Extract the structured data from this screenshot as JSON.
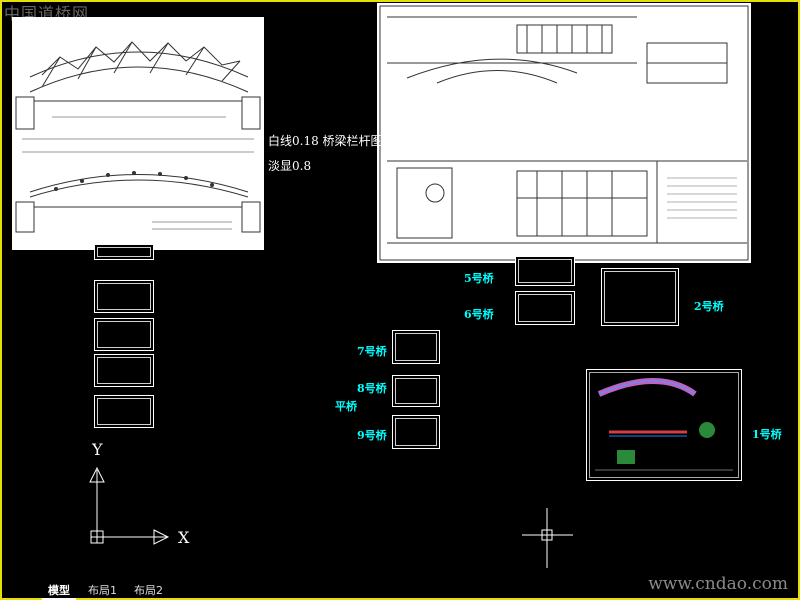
{
  "watermark_top": "中国道桥网",
  "watermark_bottom": "www.cndao.com",
  "annotations": {
    "note_line1": "白线0.18 桥梁栏杆图",
    "note_line2": "淡显0.8"
  },
  "bridge_labels": {
    "b5": "5号桥",
    "b6": "6号桥",
    "b2": "2号桥",
    "b7": "7号桥",
    "b8": "8号桥",
    "flat": "平桥",
    "b9": "9号桥",
    "b1": "1号桥"
  },
  "axis": {
    "x": "X",
    "y": "Y"
  },
  "tabs": [
    {
      "label": "模型",
      "active": true
    },
    {
      "label": "布局1",
      "active": false
    },
    {
      "label": "布局2",
      "active": false
    }
  ],
  "colors": {
    "border": "#e8e000",
    "label": "#00ffff",
    "background": "#000000"
  }
}
